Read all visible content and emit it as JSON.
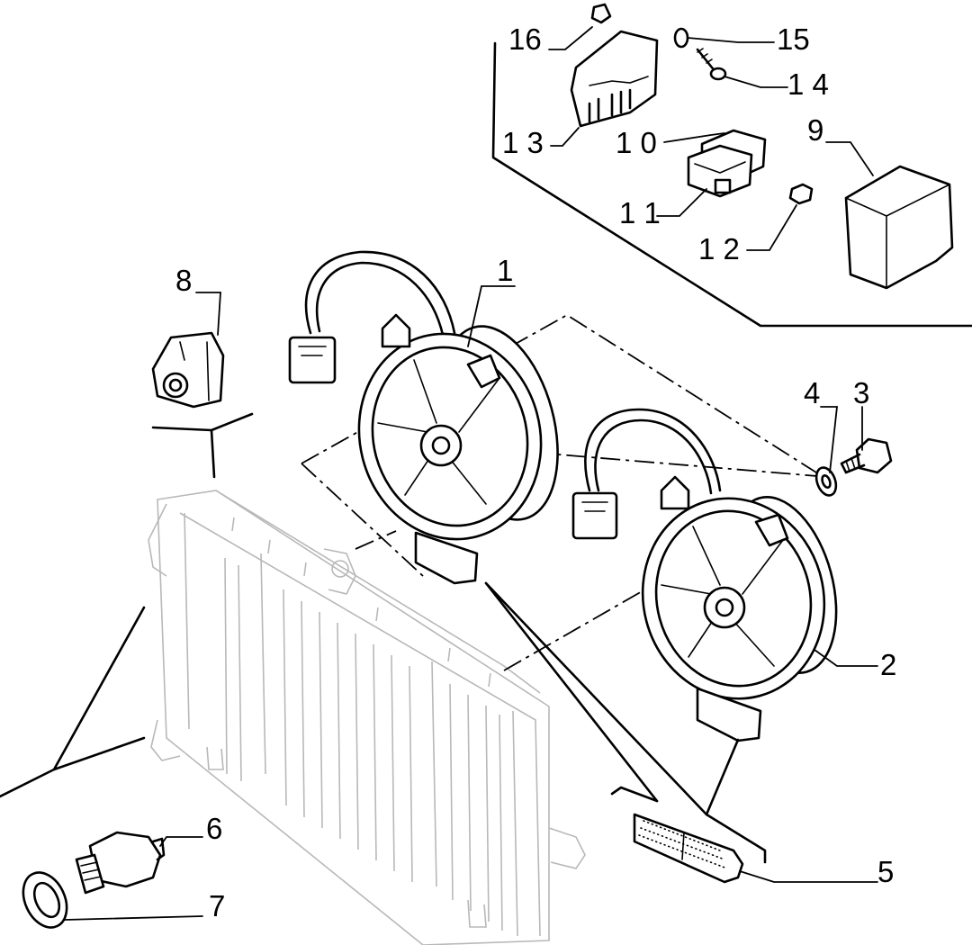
{
  "callouts": [
    {
      "number": "1"
    },
    {
      "number": "2"
    },
    {
      "number": "3"
    },
    {
      "number": "4"
    },
    {
      "number": "5"
    },
    {
      "number": "6"
    },
    {
      "number": "7"
    },
    {
      "number": "8"
    },
    {
      "number": "9"
    },
    {
      "number": "1 0"
    },
    {
      "number": "1 1"
    },
    {
      "number": "1 2"
    },
    {
      "number": "1 3"
    },
    {
      "number": "1 4"
    },
    {
      "number": "15"
    },
    {
      "number": "16"
    }
  ]
}
